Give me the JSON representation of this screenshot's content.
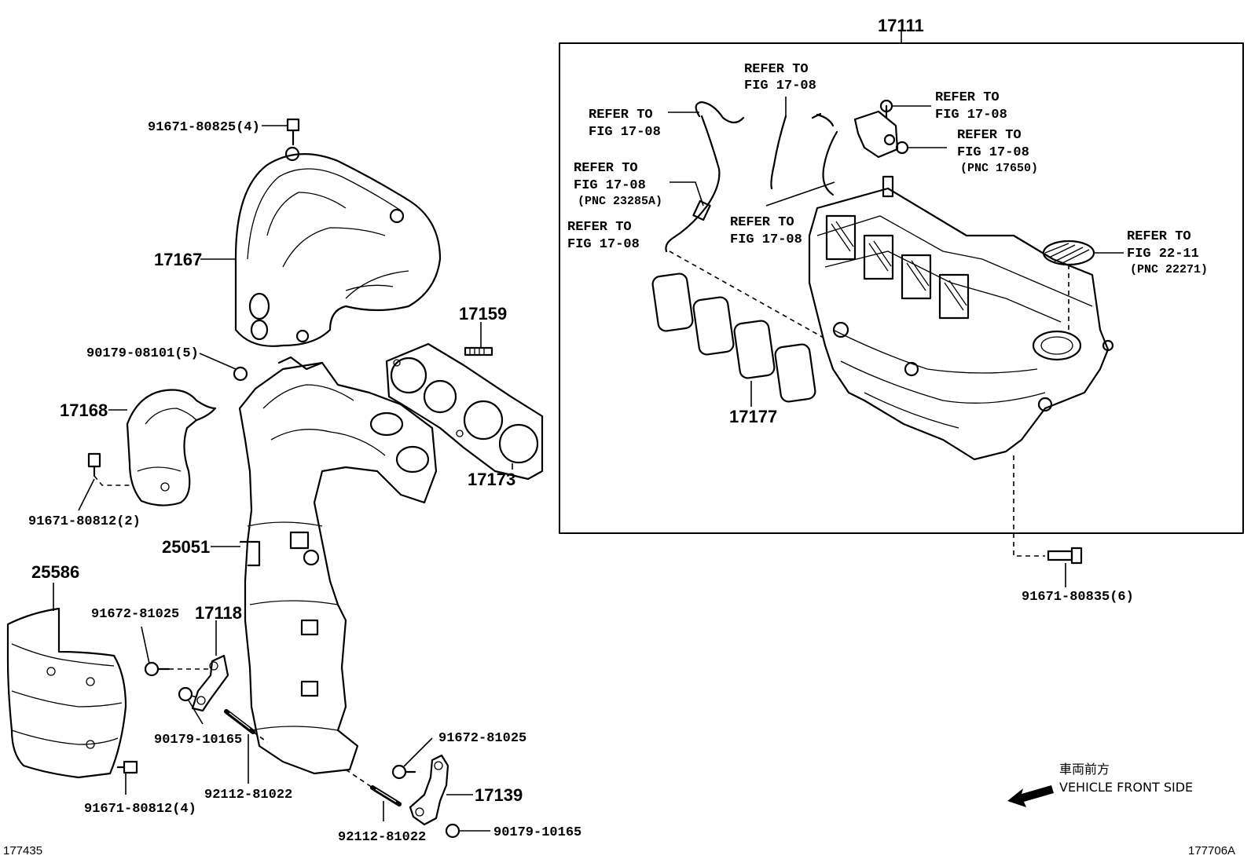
{
  "parts": {
    "p17111": "17111",
    "p17167": "17167",
    "p17159": "17159",
    "p17168": "17168",
    "p17173": "17173",
    "p25051": "25051",
    "p25586": "25586",
    "p17118": "17118",
    "p17177": "17177",
    "p17139": "17139"
  },
  "fasteners": {
    "f1": "91671-80825(4)",
    "f2": "90179-08101(5)",
    "f3": "91671-80812(2)",
    "f4": "91672-81025",
    "f5": "90179-10165",
    "f6": "92112-81022",
    "f7": "91671-80812(4)",
    "f8": "92112-81022",
    "f9": "91672-81025",
    "f10": "90179-10165",
    "f11": "91671-80835(6)"
  },
  "refs": {
    "refer_to": "REFER TO",
    "fig_17_08": "FIG 17-08",
    "fig_22_11": "FIG 22-11",
    "pnc_23285a": "(PNC 23285A)",
    "pnc_17650": "(PNC 17650)",
    "pnc_22271": "(PNC 22271)"
  },
  "direction": {
    "japanese": "車両前方",
    "english": "VEHICLE FRONT SIDE"
  },
  "footer": {
    "left_code": "177435",
    "right_code": "177706A"
  }
}
